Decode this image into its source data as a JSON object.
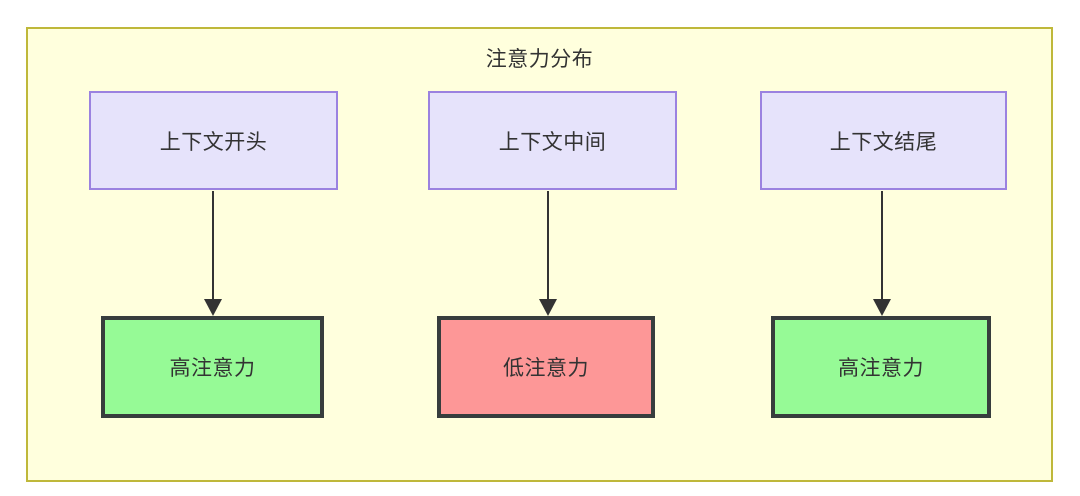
{
  "diagram": {
    "title": "注意力分布",
    "type": "flowchart",
    "direction": "top-down",
    "container": {
      "background_color": "#ffffdd",
      "border_color": "#bfb83a"
    },
    "nodes": [
      {
        "id": "ctx-start",
        "label": "上下文开头",
        "row": "top",
        "fill": "#e6e3fb",
        "stroke": "#9b82e0"
      },
      {
        "id": "ctx-middle",
        "label": "上下文中间",
        "row": "top",
        "fill": "#e6e3fb",
        "stroke": "#9b82e0"
      },
      {
        "id": "ctx-end",
        "label": "上下文结尾",
        "row": "top",
        "fill": "#e6e3fb",
        "stroke": "#9b82e0"
      },
      {
        "id": "att-start",
        "label": "高注意力",
        "row": "bottom",
        "fill": "#96fa96",
        "stroke": "#373d3d"
      },
      {
        "id": "att-middle",
        "label": "低注意力",
        "row": "bottom",
        "fill": "#fd9797",
        "stroke": "#373d3d"
      },
      {
        "id": "att-end",
        "label": "高注意力",
        "row": "bottom",
        "fill": "#96fa96",
        "stroke": "#373d3d"
      }
    ],
    "edges": [
      {
        "from": "ctx-start",
        "to": "att-start",
        "label": "",
        "arrow": "single"
      },
      {
        "from": "ctx-middle",
        "to": "att-middle",
        "label": "",
        "arrow": "single"
      },
      {
        "from": "ctx-end",
        "to": "att-end",
        "label": "",
        "arrow": "single"
      }
    ]
  }
}
